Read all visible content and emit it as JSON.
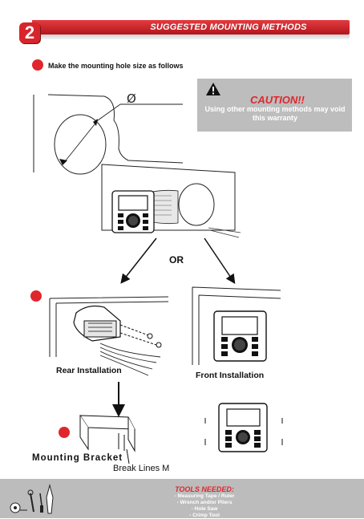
{
  "header": {
    "step_number": "2",
    "title": "SUGGESTED MOUNTING METHODS"
  },
  "instruction": "Make the mounting hole size as follows",
  "diameter_symbol": "Ø",
  "caution": {
    "title": "CAUTION!!",
    "line1": "Using other mounting methods may void",
    "line2": "this warranty"
  },
  "or_label": "OR",
  "rear_installation": "Rear  Installation",
  "front_installation": "Front  Installation",
  "mounting_bracket": "Mounting Bracket",
  "break_lines": "Break Lines M",
  "tools": {
    "title": "TOOLS NEEDED:",
    "items": [
      "- Measuring Tape / Ruler",
      "- Wrench and/or Pliers",
      "- Hole Saw",
      "- Crimp Tool"
    ]
  },
  "colors": {
    "accent_red": "#e0262d",
    "caution_gray": "#bdbdbd",
    "footer_gray": "#bcbcbc"
  },
  "icons": [
    "warning-triangle-icon",
    "measuring-tape-icon",
    "wrench-icon",
    "screwdriver-icon",
    "pliers-icon"
  ]
}
